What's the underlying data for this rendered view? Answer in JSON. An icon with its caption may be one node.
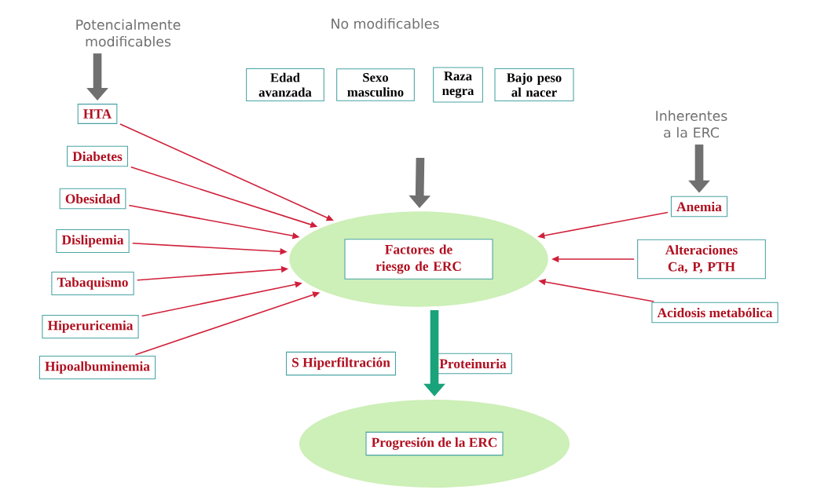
{
  "diagram": {
    "nodes": [
      {
        "text": [
          "Potencialmente modificables"
        ]
      },
      {
        "text": [
          "HTA"
        ]
      },
      {
        "text": [
          "Diabetes"
        ]
      },
      {
        "text": [
          "Obesidad"
        ]
      },
      {
        "text": [
          "Dislipemia"
        ]
      },
      {
        "text": [
          "Tabaquismo"
        ]
      },
      {
        "text": [
          "Hiperuricemia"
        ]
      },
      {
        "text": [
          "Hipoalbuminemia"
        ]
      },
      {
        "text": [
          "Edad avanzada"
        ]
      },
      {
        "text": [
          "Sexo masculino"
        ]
      },
      {
        "text": [
          "Raza negra"
        ]
      },
      {
        "text": [
          "Bajo peso al nacer"
        ]
      },
      {
        "text": [
          "Inherentes a la ERC"
        ]
      },
      {
        "text": [
          "Anemia"
        ]
      },
      {
        "text": [
          "Alteraciones Ca, P, PTH"
        ]
      },
      {
        "text": [
          "Acidosis metabólica"
        ]
      },
      {
        "text": [],
        "shape": "ellipse"
      },
      {
        "text": [
          "Factores de riesgo de ERC"
        ],
        "in": 16
      },
      {
        "text": [
          "S Hiperfiltración"
        ]
      },
      {
        "text": [
          "Proteinuria"
        ]
      },
      {
        "text": [],
        "shape": "ellipse"
      },
      {
        "text": [
          "Progresión de la ERC"
        ],
        "in": 20
      }
    ],
    "edges": [
      {
        "from": 0,
        "to": 1,
        "arrow": "to",
        "style": "thick",
        "color": "#707070"
      },
      {
        "from": 1,
        "to": 16,
        "arrow": "to"
      },
      {
        "from": 2,
        "to": 16,
        "arrow": "to"
      },
      {
        "from": 3,
        "to": 16,
        "arrow": "to"
      },
      {
        "from": 4,
        "to": 16,
        "arrow": "to"
      },
      {
        "from": 5,
        "to": 16,
        "arrow": "to"
      },
      {
        "from": 6,
        "to": 16,
        "arrow": "to"
      },
      {
        "from": 7,
        "to": 16,
        "arrow": "to"
      },
      {
        "from": null,
        "to": 16,
        "arrow": "to",
        "style": "thick",
        "color": "#707070"
      },
      {
        "from": 12,
        "to": 13,
        "arrow": "to",
        "style": "thick",
        "color": "#707070"
      },
      {
        "from": 13,
        "to": 16,
        "arrow": "to"
      },
      {
        "from": 14,
        "to": 16,
        "arrow": "to"
      },
      {
        "from": 15,
        "to": 16,
        "arrow": "to"
      },
      {
        "from": 16,
        "to": 20,
        "arrow": "to",
        "style": "thick",
        "color": "#1aa37a"
      }
    ],
    "labels": [
      "No modificables"
    ]
  }
}
